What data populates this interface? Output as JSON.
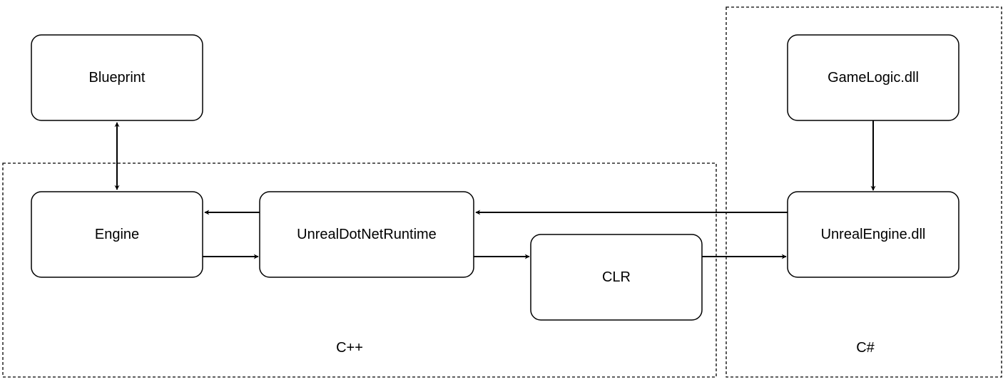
{
  "diagram": {
    "type": "architecture-flow",
    "groups": [
      {
        "id": "cpp",
        "label": "C++"
      },
      {
        "id": "csharp",
        "label": "C#"
      }
    ],
    "nodes": [
      {
        "id": "blueprint",
        "label": "Blueprint"
      },
      {
        "id": "engine",
        "label": "Engine",
        "group": "cpp"
      },
      {
        "id": "runtime",
        "label": "UnrealDotNetRuntime",
        "group": "cpp"
      },
      {
        "id": "clr",
        "label": "CLR",
        "group": "cpp"
      },
      {
        "id": "gamelogic",
        "label": "GameLogic.dll",
        "group": "csharp"
      },
      {
        "id": "unrealengine",
        "label": "UnrealEngine.dll",
        "group": "csharp"
      }
    ],
    "edges": [
      {
        "from": "blueprint",
        "to": "engine",
        "direction": "both"
      },
      {
        "from": "runtime",
        "to": "engine",
        "direction": "forward"
      },
      {
        "from": "engine",
        "to": "runtime",
        "direction": "forward"
      },
      {
        "from": "runtime",
        "to": "clr",
        "direction": "forward"
      },
      {
        "from": "clr",
        "to": "unrealengine",
        "direction": "forward"
      },
      {
        "from": "unrealengine",
        "to": "runtime",
        "direction": "forward"
      },
      {
        "from": "gamelogic",
        "to": "unrealengine",
        "direction": "forward"
      }
    ]
  }
}
